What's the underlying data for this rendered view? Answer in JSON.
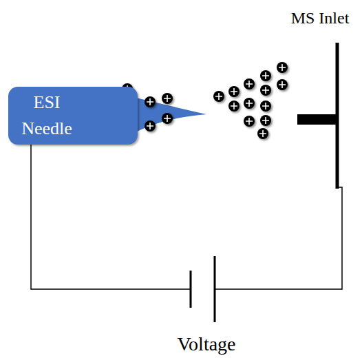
{
  "diagram": {
    "nodes": [
      {
        "text": [
          "ESI Needle"
        ]
      }
    ],
    "labels": [
      "MS Inlet",
      "Voltage"
    ]
  }
}
